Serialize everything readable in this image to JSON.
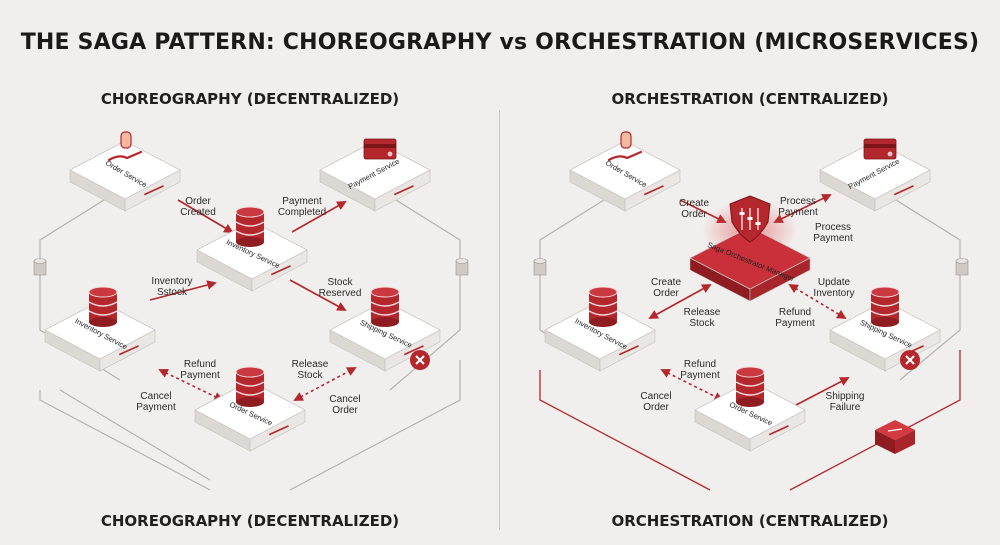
{
  "title": "THE SAGA PATTERN: CHOREOGRAPHY vs ORCHESTRATION (MICROSERVICES)",
  "left": {
    "heading": "CHOREOGRAPHY (DECENTRALIZED)",
    "footer": "CHOREOGRAPHY (DECENTRALIZED)",
    "nodes": {
      "order_top": "Order Service",
      "payment": "Payment Service",
      "inventory_center": "Inventory Service",
      "inventory_left": "Inventory Service",
      "shipping": "Shipping Service",
      "order_bottom": "Order Service"
    },
    "edges": {
      "order_created": [
        "Order",
        "Created"
      ],
      "payment_completed": [
        "Payment",
        "Completed"
      ],
      "inventory_sstock": [
        "Inventory",
        "Sstock"
      ],
      "stock_reserved": [
        "Stock",
        "Reserved"
      ],
      "refund_payment": [
        "Refund",
        "Payment"
      ],
      "cancel_payment": [
        "Cancel",
        "Payment"
      ],
      "release_stock": [
        "Release",
        "Stock"
      ],
      "cancel_order": [
        "Cancel",
        "Order"
      ]
    }
  },
  "right": {
    "heading": "ORCHESTRATION (CENTRALIZED)",
    "footer": "ORCHESTRATION (CENTRALIZED)",
    "nodes": {
      "order_top": "Order Service",
      "payment": "Payment Service",
      "orchestrator": "Saga Orchestrator Manager",
      "inventory": "Inventory Service",
      "shipping": "Shipping Service",
      "order_bottom": "Order Service"
    },
    "edges": {
      "create_order_top": [
        "Create",
        "Order"
      ],
      "process_payment_top": [
        "Process",
        "Payment"
      ],
      "process_payment_bottom": [
        "Process",
        "Payment"
      ],
      "create_order_left": [
        "Create",
        "Order"
      ],
      "release_stock": [
        "Release",
        "Stock"
      ],
      "update_inventory": [
        "Update",
        "Inventory"
      ],
      "refund_payment_mid": [
        "Refund",
        "Payment"
      ],
      "refund_payment_low": [
        "Refund",
        "Payment"
      ],
      "cancel_order": [
        "Cancel",
        "Order"
      ],
      "shipping_failure": [
        "Shipping",
        "Failure"
      ]
    }
  },
  "colors": {
    "accent": "#b3272d",
    "node_top": "#ffffff",
    "node_side": "#dcd8d4",
    "background": "#f1efed",
    "text": "#1a1a1a"
  }
}
